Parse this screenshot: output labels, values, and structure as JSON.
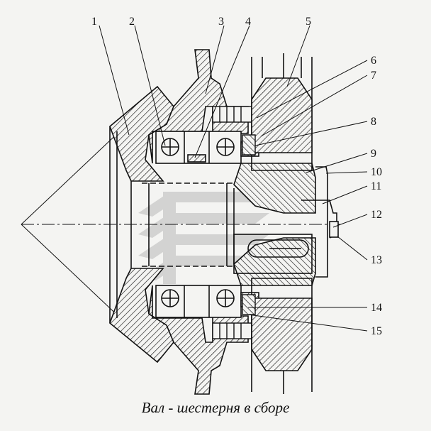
{
  "caption": "Вал  - шестерня в сборе",
  "callouts": [
    "1",
    "2",
    "3",
    "4",
    "5",
    "6",
    "7",
    "8",
    "9",
    "10",
    "11",
    "12",
    "13",
    "14",
    "15"
  ],
  "colors": {
    "ink": "#111111",
    "paper": "#f4f4f2",
    "watermark": "#c8c8c8"
  }
}
